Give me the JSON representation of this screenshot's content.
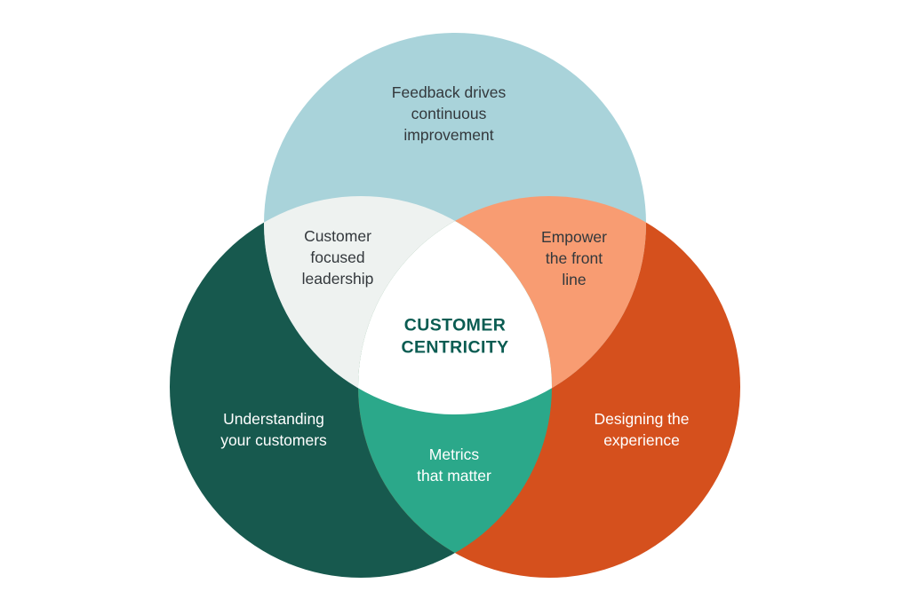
{
  "diagram": {
    "type": "venn-3-circle",
    "title": "Customer Centricity Venn diagram",
    "center_label": "CUSTOMER\nCENTRICITY",
    "circles": [
      {
        "id": "top",
        "label": "Feedback drives\ncontinuous\nimprovement",
        "color": "#a9d3da"
      },
      {
        "id": "left",
        "label": "Understanding\nyour customers",
        "color": "#17594e"
      },
      {
        "id": "right",
        "label": "Designing the\nexperience",
        "color": "#d5501d"
      }
    ],
    "overlaps": [
      {
        "id": "top-left",
        "label": "Customer\nfocused\nleadership",
        "color": "#eef2f0"
      },
      {
        "id": "top-right",
        "label": "Empower\nthe front\nline",
        "color": "#f89c72"
      },
      {
        "id": "left-right",
        "label": "Metrics\nthat matter",
        "color": "#2ba88a"
      }
    ],
    "colors": {
      "background": "#ffffff",
      "triple_overlap": "#ffffff",
      "center_text": "#0a5c52",
      "dark_text": "#33383c",
      "light_text": "#ffffff"
    }
  }
}
